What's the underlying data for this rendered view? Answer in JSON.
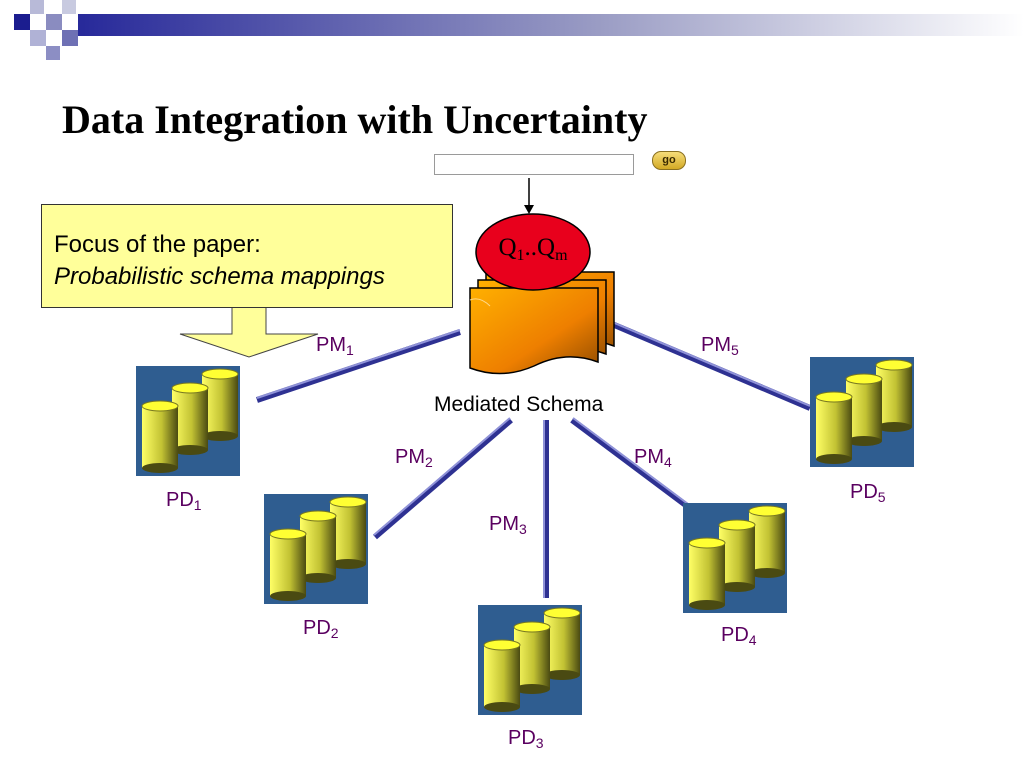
{
  "title": "Data Integration with Uncertainty",
  "query_box": {
    "value": "",
    "go_label": "go"
  },
  "callout": {
    "line1": "Focus of the paper:",
    "line2": "Probabilistic schema mappings"
  },
  "query": {
    "q": "Q",
    "sub_first": "1",
    "sep": "..",
    "sub_last": "m"
  },
  "mediated_schema": "Mediated Schema",
  "mapping_label": "PM",
  "source_label": "PD",
  "mappings": [
    "1",
    "2",
    "3",
    "4",
    "5"
  ],
  "sources": [
    "1",
    "2",
    "3",
    "4",
    "5"
  ],
  "colors": {
    "connector": "#2e3192",
    "source_tile": "#2f5d90",
    "callout": "#ffff9a",
    "query_ellipse": "#e8001c",
    "label_text": "#5a0060"
  }
}
